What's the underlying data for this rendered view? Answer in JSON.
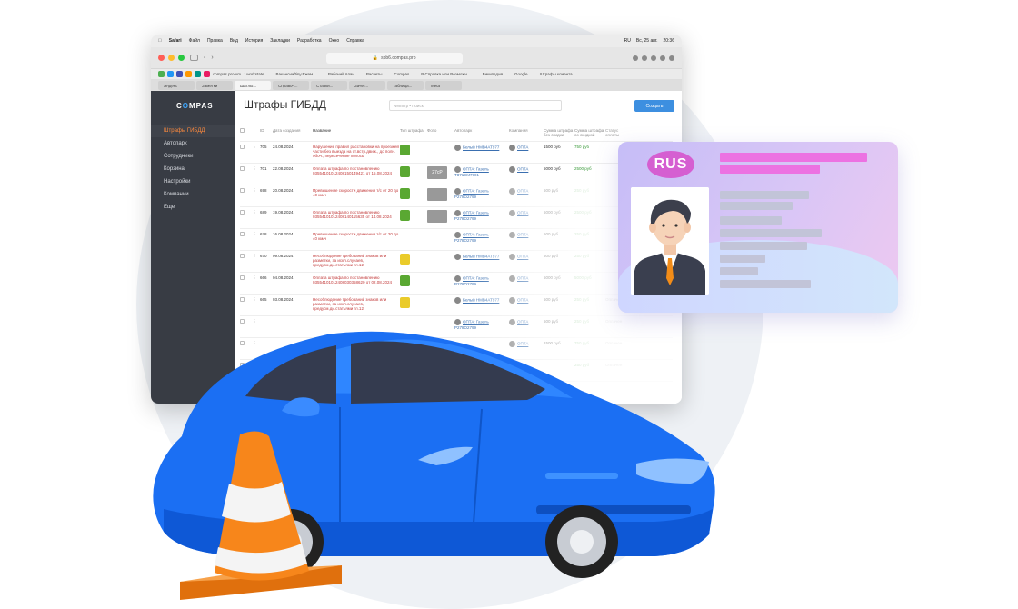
{
  "browser": {
    "menu": [
      "Safari",
      "Файл",
      "Правка",
      "Вид",
      "История",
      "Закладки",
      "Разработка",
      "Окно",
      "Справка"
    ],
    "status_right": [
      "RU",
      "Вс, 25 авг.",
      "20:36"
    ],
    "url": "spb6.compas.pro",
    "bookmarks": [
      "compas.pro/um...t.workstate",
      "Вакансии/tiny.Ежем...",
      "Рабочий план",
      "Расчеты",
      "Compas",
      "В Справка или Возможн...",
      "Википедия",
      "Google",
      "Штрафы клиента"
    ],
    "tabs": [
      "Яндекс",
      "Заметки",
      "Шатлы...",
      "Справоч...",
      "Ставки...",
      "Зачет...",
      "Таблица...",
      "Meta"
    ]
  },
  "app": {
    "logo_pre": "C",
    "logo_mid": "O",
    "logo_post": "MPAS",
    "nav": [
      "Штрафы ГИБДД",
      "Автопарк",
      "Сотрудники",
      "Корзина",
      "Настройки",
      "Компании",
      "Еще"
    ],
    "page_title": "Штрафы ГИБДД",
    "search_placeholder": "Фильтр • Поиск",
    "create_label": "Создать",
    "columns": [
      "ID",
      "Дата создания",
      "Название",
      "Тип штрафа",
      "Фото",
      "Автопарк",
      "Компания",
      "Сумма штрафа без скидки",
      "Сумма штрафа со скидкой",
      "Статус оплаты"
    ],
    "rows": [
      {
        "id": "705",
        "date": "24.08.2024",
        "name": "Нарушение правил расстановки на проезжей части без выезда на ст.встр.движ., до полн. обоч., пересечение полосы",
        "car": "Белый НМВ4АТ977",
        "company": "ОПТА",
        "sum": "1500 руб",
        "disc": "750 руб",
        "pay": "",
        "badge": "g",
        "thumb": ""
      },
      {
        "id": "701",
        "date": "22.08.2024",
        "name": "Оплата штрафа по постановлению 03554101012408150149421 от 15.08.2024",
        "car": "ОПТА: Газель T871ЕМ7901",
        "company": "ОПТА",
        "sum": "5000 руб",
        "disc": "2500 руб",
        "pay": "",
        "badge": "g",
        "thumb": "27сР"
      },
      {
        "id": "698",
        "date": "20.08.2024",
        "name": "Превышение скорости движения т/с от 20 до 40 км/ч",
        "car": "ОПТА: Газель Р278О2799",
        "company": "ОПТА",
        "sum": "500 руб",
        "disc": "250 руб",
        "pay": "",
        "badge": "g",
        "thumb": "img"
      },
      {
        "id": "689",
        "date": "19.08.2024",
        "name": "Оплата штрафа по постановлению 03554101012408140115635 от 14.08.2024",
        "car": "ОПТА: Газель Р278О2799",
        "company": "ОПТА",
        "sum": "5000 руб",
        "disc": "2500 руб",
        "pay": "",
        "badge": "g",
        "thumb": "img"
      },
      {
        "id": "678",
        "date": "16.08.2024",
        "name": "Превышение скорости движения т/с от 20 до 40 км/ч",
        "car": "ОПТА: Газель Р278О2799",
        "company": "ОПТА",
        "sum": "500 руб",
        "disc": "250 руб",
        "pay": "",
        "badge": "",
        "thumb": ""
      },
      {
        "id": "670",
        "date": "09.08.2024",
        "name": "Несоблюдение требований знаков или разметки, за искл.случаев, предусм.ди.статьями гл.12",
        "car": "Белый НМВ4АТ977",
        "company": "ОПТА",
        "sum": "500 руб",
        "disc": "250 руб",
        "pay": "",
        "badge": "y",
        "thumb": ""
      },
      {
        "id": "666",
        "date": "04.08.2024",
        "name": "Оплата штрафа по постановлению 03554101012408030358620 от 02.08.2024",
        "car": "ОПТА: Газель Р278О2799",
        "company": "ОПТА",
        "sum": "5000 руб",
        "disc": "5000 руб",
        "pay": "",
        "badge": "g",
        "thumb": ""
      },
      {
        "id": "665",
        "date": "03.08.2024",
        "name": "Несоблюдение требований знаков или разметки, за искл.случаев, предусм.ди.статьями гл.12",
        "car": "Белый НМВ4АТ977",
        "company": "ОПТА",
        "sum": "500 руб",
        "disc": "250 руб",
        "pay": "Оплачен",
        "badge": "y",
        "thumb": ""
      },
      {
        "id": "",
        "date": "",
        "name": "",
        "car": "ОПТА: Газель Р278О2799",
        "company": "ОПТА",
        "sum": "500 руб",
        "disc": "250 руб",
        "pay": "Оплачен",
        "badge": "",
        "thumb": ""
      },
      {
        "id": "",
        "date": "",
        "name": "",
        "car": "",
        "company": "ОПТА",
        "sum": "1500 руб",
        "disc": "750 руб",
        "pay": "Оплачен",
        "badge": "",
        "thumb": ""
      },
      {
        "id": "",
        "date": "",
        "name": "",
        "car": "",
        "company": "",
        "sum": "",
        "disc": "250 руб",
        "pay": "Оплачен",
        "badge": "",
        "thumb": ""
      }
    ]
  },
  "card": {
    "country_code": "RUS"
  },
  "colors": {
    "car_blue": "#1a6ff2",
    "cone_orange": "#f7861b",
    "sidebar": "#383c44",
    "accent_orange": "#ff8a3d",
    "card_pink": "#ec72e2"
  }
}
